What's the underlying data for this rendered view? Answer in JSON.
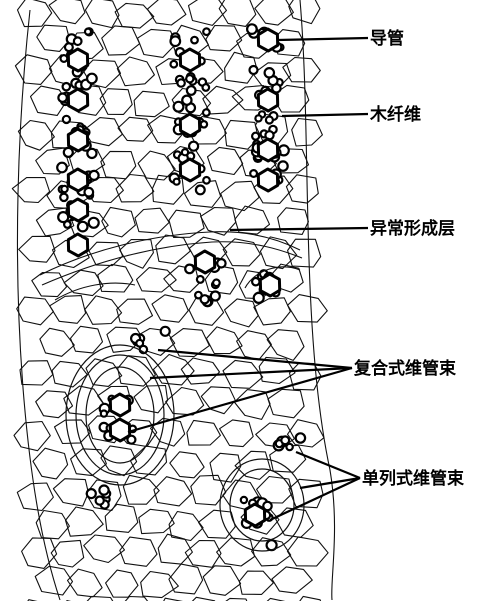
{
  "labels": {
    "vessel": "导管",
    "wood_fiber": "木纤维",
    "anomalous_cambium": "异常形成层",
    "compound_bundle": "复合式维管束",
    "single_bundle": "单列式维管束"
  },
  "colors": {
    "ink": "#000000",
    "paper": "#ffffff"
  }
}
